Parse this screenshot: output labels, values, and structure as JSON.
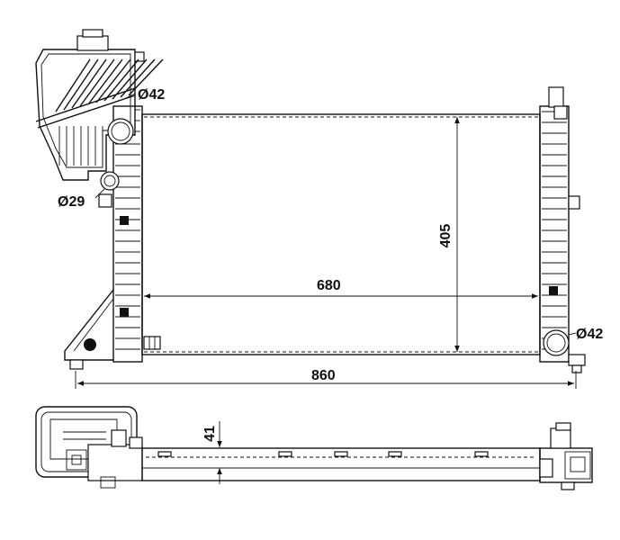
{
  "figure": {
    "dimensions": {
      "inlet_diameter": "Ø42",
      "outlet_diameter": "Ø42",
      "small_port_diameter": "Ø29",
      "core_width": "680",
      "core_height": "405",
      "overall_width": "860",
      "core_depth": "41"
    }
  }
}
